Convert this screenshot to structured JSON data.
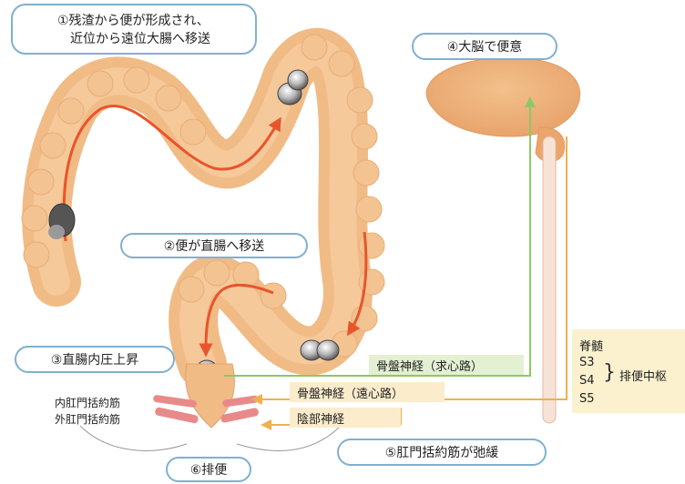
{
  "callouts": {
    "step1_line1": "①残渣から便が形成され、",
    "step1_line2": "近位から遠位大腸へ移送",
    "step2": "②便が直腸へ移送",
    "step3": "③直腸内圧上昇",
    "step4": "④大脳で便意",
    "step5": "⑤肛門括約筋が弛緩",
    "step6": "⑥排便"
  },
  "pathways": {
    "afferent": "骨盤神経（求心路）",
    "efferent": "骨盤神経（遠心路）",
    "pudendal": "陰部神経"
  },
  "muscles": {
    "internal": "内肛門括約筋",
    "external": "外肛門括約筋"
  },
  "spinal_cord": {
    "title": "脊髄",
    "segments": [
      "S3",
      "S4",
      "S5"
    ],
    "center_label": "排便中枢"
  },
  "colors": {
    "colon": "#f1bb86",
    "colon_dark": "#e7a06a",
    "arrow": "#e8552b",
    "afferent": "#8cc864",
    "efferent": "#f0b050",
    "callout_border": "#7fb0d0",
    "spine_panel": "#fbf1cf",
    "sphincter": "#e88a8a"
  }
}
